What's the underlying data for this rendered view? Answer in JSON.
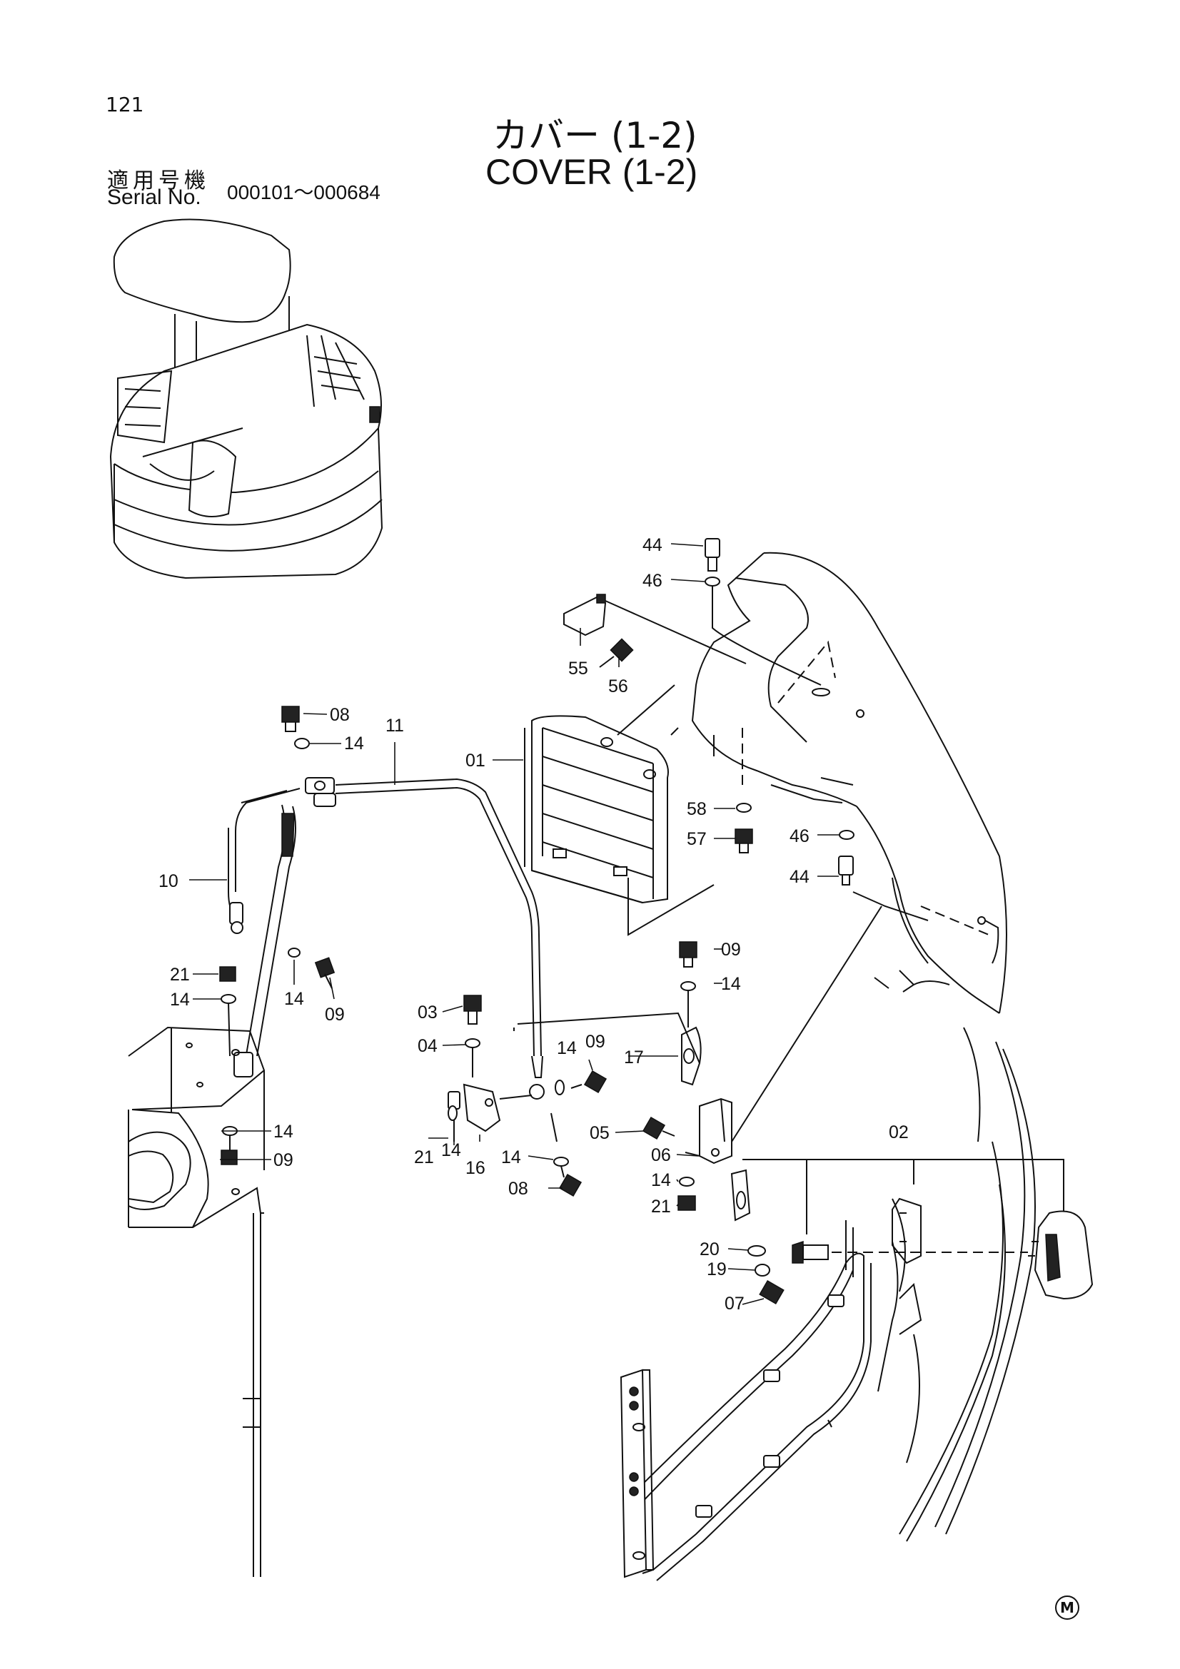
{
  "header": {
    "page_number": "121",
    "title_jp": "カバー (1-2)",
    "title_en": "COVER (1-2)",
    "serial_label_jp": "適用号機",
    "serial_label_en": "Serial No.",
    "serial_range": "000101～000684"
  },
  "footer": {
    "mark": "M"
  },
  "callouts": [
    {
      "id": "44a",
      "label": "44"
    },
    {
      "id": "46a",
      "label": "46"
    },
    {
      "id": "55",
      "label": "55"
    },
    {
      "id": "56",
      "label": "56"
    },
    {
      "id": "08a",
      "label": "08"
    },
    {
      "id": "14a",
      "label": "14"
    },
    {
      "id": "11",
      "label": "11"
    },
    {
      "id": "01",
      "label": "01"
    },
    {
      "id": "58",
      "label": "58"
    },
    {
      "id": "57",
      "label": "57"
    },
    {
      "id": "46b",
      "label": "46"
    },
    {
      "id": "44b",
      "label": "44"
    },
    {
      "id": "10",
      "label": "10"
    },
    {
      "id": "21a",
      "label": "21"
    },
    {
      "id": "14b",
      "label": "14"
    },
    {
      "id": "14c",
      "label": "14"
    },
    {
      "id": "09a",
      "label": "09"
    },
    {
      "id": "09b",
      "label": "09"
    },
    {
      "id": "14d",
      "label": "14"
    },
    {
      "id": "03",
      "label": "03"
    },
    {
      "id": "04",
      "label": "04"
    },
    {
      "id": "14e",
      "label": "14"
    },
    {
      "id": "09c",
      "label": "09"
    },
    {
      "id": "17",
      "label": "17"
    },
    {
      "id": "14f",
      "label": "14"
    },
    {
      "id": "09d",
      "label": "09"
    },
    {
      "id": "21b",
      "label": "21"
    },
    {
      "id": "14g",
      "label": "14"
    },
    {
      "id": "16",
      "label": "16"
    },
    {
      "id": "14h",
      "label": "14"
    },
    {
      "id": "08b",
      "label": "08"
    },
    {
      "id": "05",
      "label": "05"
    },
    {
      "id": "06",
      "label": "06"
    },
    {
      "id": "14i",
      "label": "14"
    },
    {
      "id": "21c",
      "label": "21"
    },
    {
      "id": "02",
      "label": "02"
    },
    {
      "id": "20",
      "label": "20"
    },
    {
      "id": "19",
      "label": "19"
    },
    {
      "id": "07",
      "label": "07"
    }
  ]
}
